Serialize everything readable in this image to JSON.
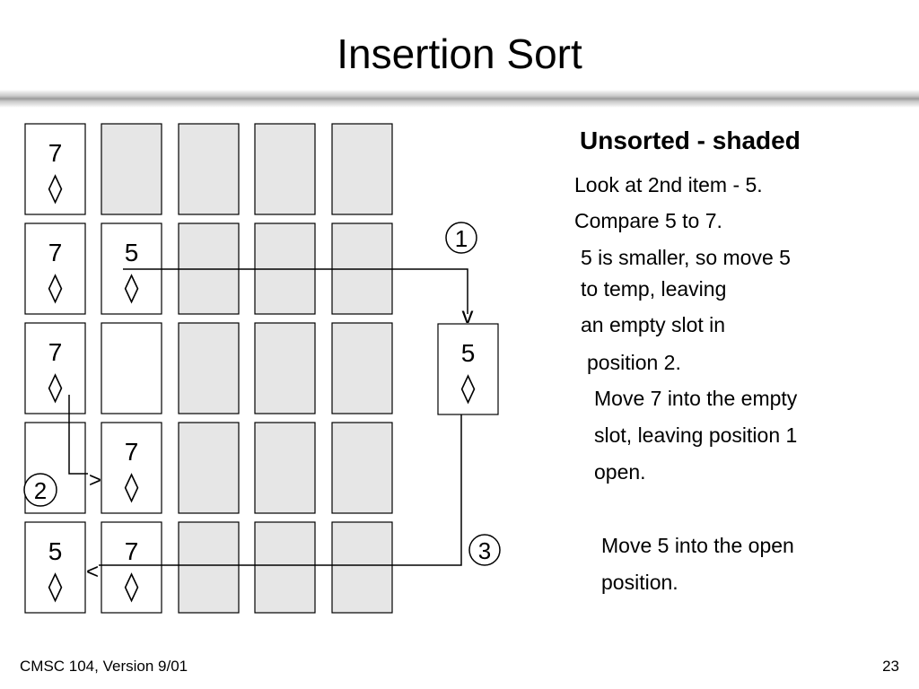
{
  "slide": {
    "title": "Insertion Sort",
    "footer_left": "CMSC 104, Version 9/01",
    "page_number": "23"
  },
  "legend": {
    "heading": "Unsorted - shaded"
  },
  "notes": [
    "Look at 2nd item - 5.",
    "Compare 5 to 7.",
    "5 is smaller, so move 5",
    "to temp, leaving",
    "an empty slot in",
    "position 2.",
    "Move 7 into the empty",
    "slot, leaving position 1",
    "open.",
    "Move 5 into the open",
    "position."
  ],
  "suit_symbol": "◊",
  "rows": [
    [
      {
        "value": "7",
        "suit": true,
        "shaded": false
      },
      {
        "value": "",
        "suit": false,
        "shaded": true
      },
      {
        "value": "",
        "suit": false,
        "shaded": true
      },
      {
        "value": "",
        "suit": false,
        "shaded": true
      },
      {
        "value": "",
        "suit": false,
        "shaded": true
      }
    ],
    [
      {
        "value": "7",
        "suit": true,
        "shaded": false
      },
      {
        "value": "5",
        "suit": true,
        "shaded": false
      },
      {
        "value": "",
        "suit": false,
        "shaded": true
      },
      {
        "value": "",
        "suit": false,
        "shaded": true
      },
      {
        "value": "",
        "suit": false,
        "shaded": true
      }
    ],
    [
      {
        "value": "7",
        "suit": true,
        "shaded": false
      },
      {
        "value": "",
        "suit": false,
        "shaded": false
      },
      {
        "value": "",
        "suit": false,
        "shaded": true
      },
      {
        "value": "",
        "suit": false,
        "shaded": true
      },
      {
        "value": "",
        "suit": false,
        "shaded": true
      }
    ],
    [
      {
        "value": "",
        "suit": false,
        "shaded": false
      },
      {
        "value": "7",
        "suit": true,
        "shaded": false
      },
      {
        "value": "",
        "suit": false,
        "shaded": true
      },
      {
        "value": "",
        "suit": false,
        "shaded": true
      },
      {
        "value": "",
        "suit": false,
        "shaded": true
      }
    ],
    [
      {
        "value": "5",
        "suit": true,
        "shaded": false
      },
      {
        "value": "7",
        "suit": true,
        "shaded": false
      },
      {
        "value": "",
        "suit": false,
        "shaded": true
      },
      {
        "value": "",
        "suit": false,
        "shaded": true
      },
      {
        "value": "",
        "suit": false,
        "shaded": true
      }
    ]
  ],
  "temp_card": {
    "value": "5",
    "suit": true
  },
  "steps": [
    "1",
    "2",
    "3"
  ],
  "arrowheads": {
    "down": "v",
    "right": ">",
    "left": "<"
  },
  "colors": {
    "shaded": "#e6e6e6",
    "border": "#000000",
    "line": "#000000"
  }
}
